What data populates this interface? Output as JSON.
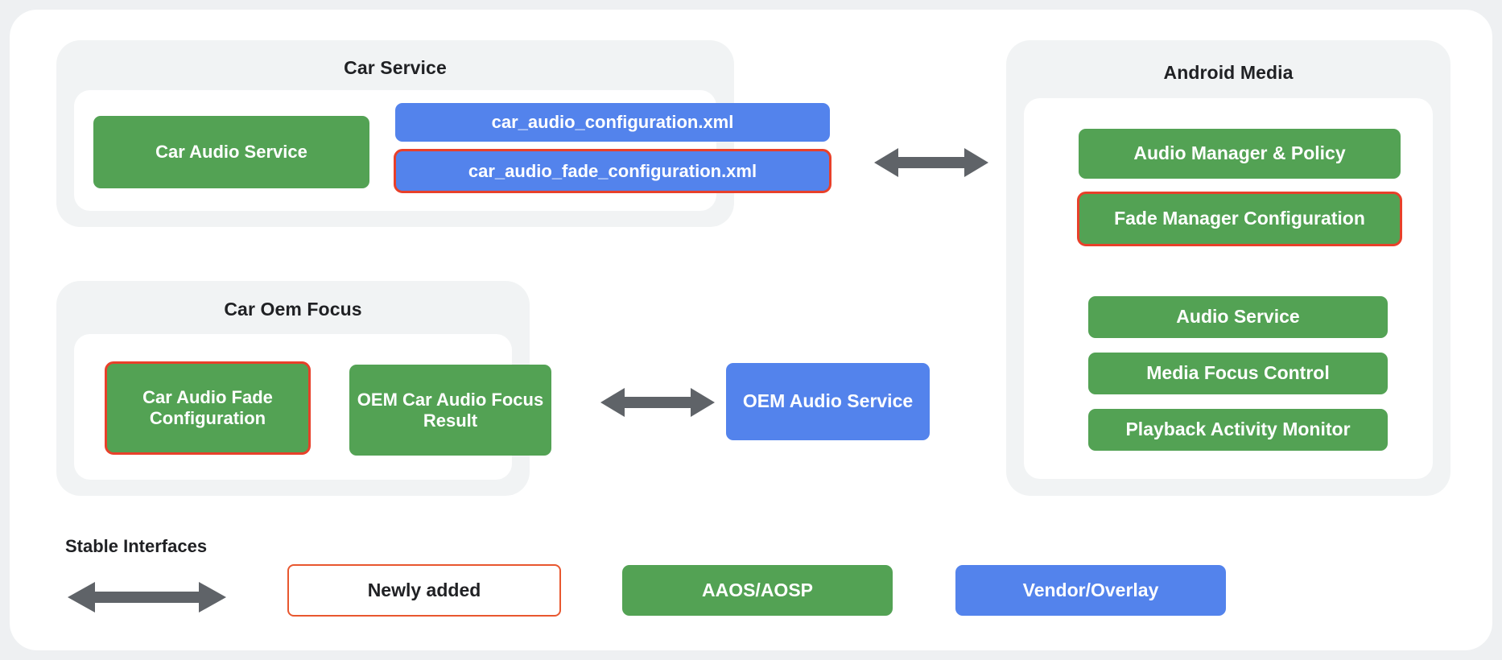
{
  "diagram": {
    "groups": {
      "car_service": {
        "title": "Car Service",
        "nodes": {
          "car_audio_service": "Car Audio Service",
          "car_audio_configuration_xml": "car_audio_configuration.xml",
          "car_audio_fade_configuration_xml": "car_audio_fade_configuration.xml"
        }
      },
      "car_oem_focus": {
        "title": "Car Oem Focus",
        "nodes": {
          "car_audio_fade_configuration": "Car Audio Fade Configuration",
          "oem_car_audio_focus_result": "OEM Car Audio Focus Result"
        }
      },
      "android_media": {
        "title": "Android Media",
        "nodes": {
          "audio_manager_policy": "Audio Manager & Policy",
          "fade_manager_configuration": "Fade Manager Configuration",
          "audio_service": "Audio Service",
          "media_focus_control": "Media Focus Control",
          "playback_activity_monitor": "Playback Activity Monitor"
        }
      }
    },
    "standalone": {
      "oem_audio_service": "OEM Audio Service"
    },
    "arrows": {
      "car_service_to_android_media": "double-headed-arrow-icon",
      "car_oem_focus_to_oem_audio_service": "double-headed-arrow-icon",
      "legend_stable_interfaces": "double-headed-arrow-icon"
    }
  },
  "legend": {
    "stable_interfaces_label": "Stable Interfaces",
    "items": {
      "newly_added": "Newly added",
      "aaos_aosp": "AAOS/AOSP",
      "vendor_overlay": "Vendor/Overlay"
    }
  },
  "colors": {
    "page_background": "#eef0f2",
    "card_background": "#ffffff",
    "group_background": "#f1f3f4",
    "green": "#53a254",
    "blue": "#5383ec",
    "highlight_outline": "#e8402a",
    "arrow": "#5f6368",
    "text_dark": "#202124"
  }
}
